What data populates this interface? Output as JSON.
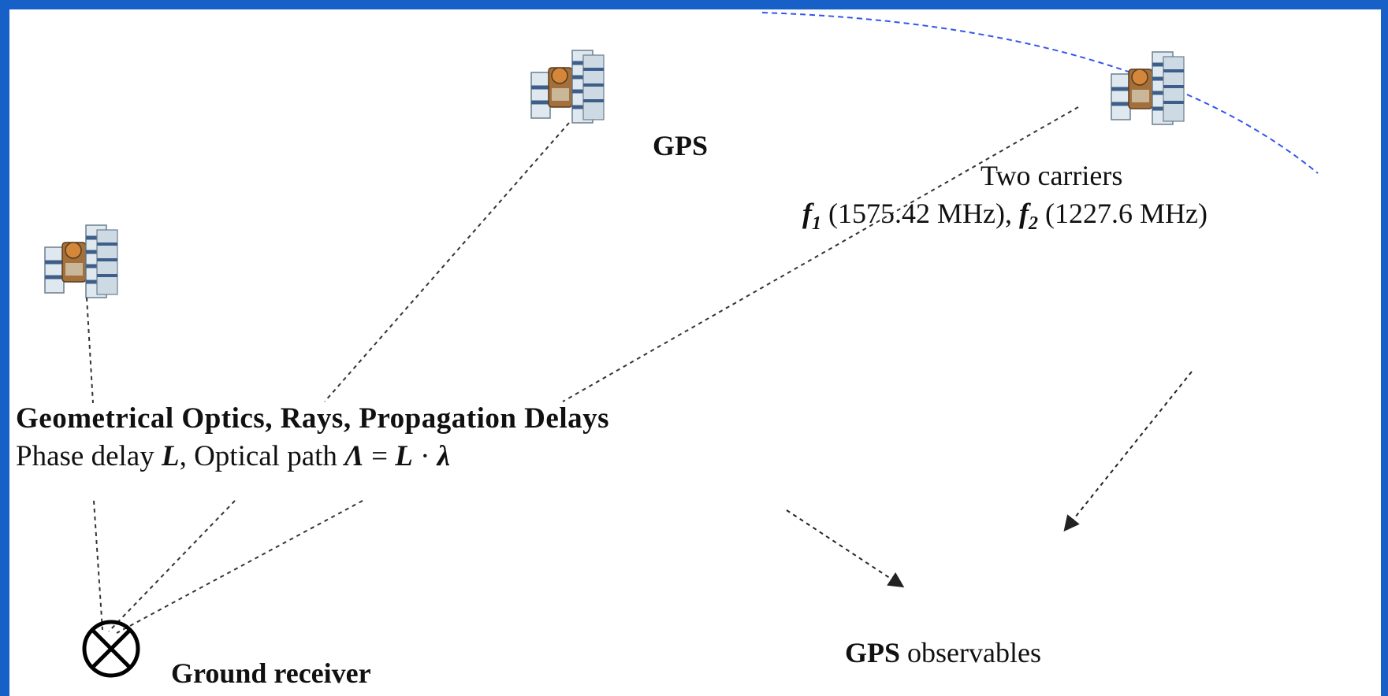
{
  "satellites": [
    {
      "name": "left-satellite"
    },
    {
      "name": "middle-satellite"
    },
    {
      "name": "right-satellite"
    }
  ],
  "labels": {
    "gps": "GPS",
    "carriers_title": "Two carriers",
    "f1_symbol": "f",
    "f1_sub": "1",
    "f1_value": " (1575.42 MHz), ",
    "f2_symbol": "f",
    "f2_sub": "2",
    "f2_value": " (1227.6 MHz)",
    "optics_title": "Geometrical Optics, Rays, Propagation Delays",
    "phase_text": "Phase delay ",
    "phase_sym": "L",
    "optical_text": ", Optical path ",
    "lambda_cap": "Λ",
    "equals": " = ",
    "l_sym": "L",
    "dot": " · ",
    "lambda_small": "λ",
    "receiver": "Ground receiver",
    "observables_bold": "GPS",
    "observables_rest": " observables"
  },
  "icons": {
    "receiver": "circle-x-icon",
    "satellite": "satellite-icon"
  },
  "colors": {
    "frame": "#1760c8",
    "orbit": "#3355ee",
    "lines": "#333333"
  }
}
